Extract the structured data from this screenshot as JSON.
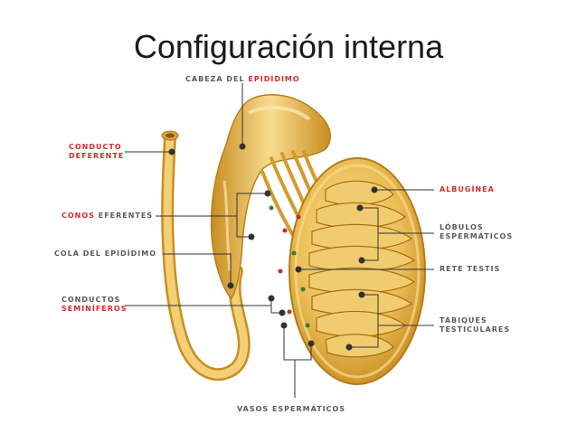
{
  "title": "Configuración interna",
  "labels": {
    "cabeza_prefix": "CABEZA DEL ",
    "cabeza_red": "EPIDÍDIMO",
    "conducto_line1": "CONDUCTO",
    "conducto_line2": "DEFERENTE",
    "conos_red": "CONOS",
    "conos_rest": " EFERENTES",
    "cola": "COLA DEL EPIDÍDIMO",
    "conductos_line1": "CONDUCTOS",
    "conductos_line2": "SEMINÍFEROS",
    "albuginea": "ALBUGÍNEA",
    "lobulos_line1": "LÓBULOS",
    "lobulos_line2": "ESPERMÁTICOS",
    "rete": "RETE TESTIS",
    "tabiques_line1": "TABIQUES",
    "tabiques_line2": "TESTICULARES",
    "vasos": "VASOS ESPERMÁTICOS"
  },
  "colors": {
    "tissue": "#e9b84a",
    "tissue_light": "#f6d98a",
    "tissue_dark": "#c98e22",
    "label_red": "#d62a2a",
    "label_gray": "#5a5a5a",
    "leader": "#333333"
  }
}
